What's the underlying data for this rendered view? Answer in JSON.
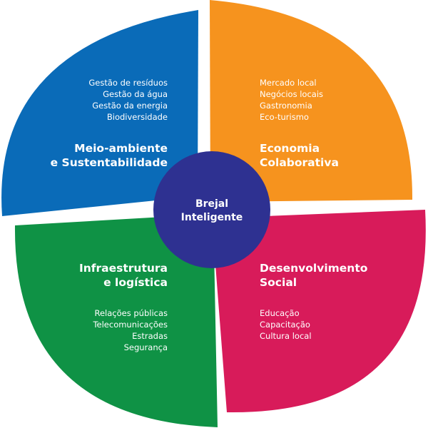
{
  "center": {
    "lines": [
      "Brejal",
      "Inteligente"
    ],
    "color": "#2e3191"
  },
  "quadrants": [
    {
      "id": "meio-ambiente",
      "color": "#0a6bb8",
      "title": [
        "Meio-ambiente",
        "e Sustentabilidade"
      ],
      "items": [
        "Gestão de resíduos",
        "Gestão da água",
        "Gestão da energia",
        "Biodiversidade"
      ]
    },
    {
      "id": "economia",
      "color": "#f6931e",
      "title": [
        "Economia",
        "Colaborativa"
      ],
      "items": [
        "Mercado local",
        "Negócios locais",
        "Gastronomia",
        "Eco-turismo"
      ]
    },
    {
      "id": "infraestrutura",
      "color": "#0f9245",
      "title": [
        "Infraestrutura",
        "e logística"
      ],
      "items": [
        "Relações públicas",
        "Telecomunicações",
        "Estradas",
        "Segurança"
      ]
    },
    {
      "id": "desenvolvimento",
      "color": "#d81b5a",
      "title": [
        "Desenvolvimento",
        "Social"
      ],
      "items": [
        "Educação",
        "Capacitação",
        "Cultura local"
      ]
    }
  ]
}
